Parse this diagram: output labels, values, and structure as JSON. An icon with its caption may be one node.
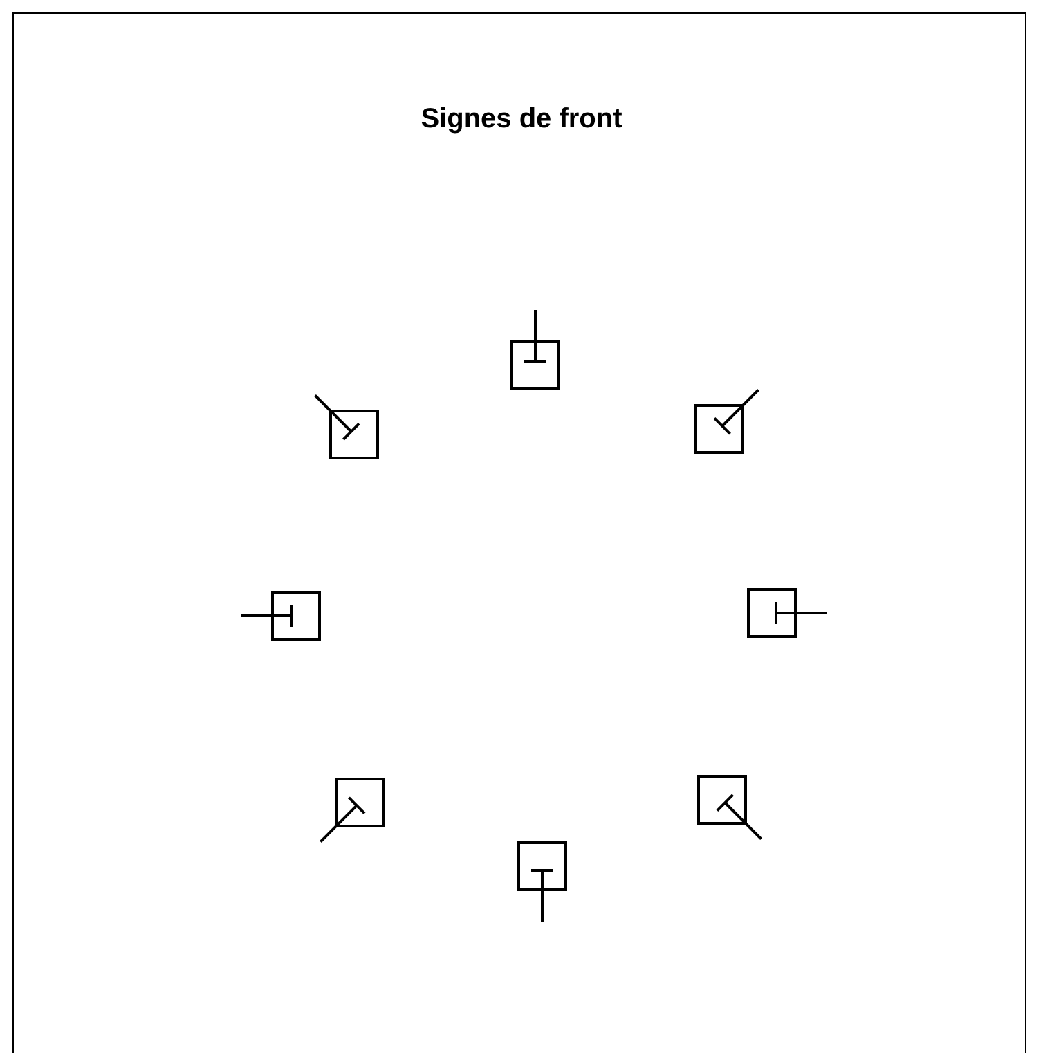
{
  "diagram": {
    "title": "Signes de front",
    "nodes": [
      {
        "text": [],
        "shape": "box"
      },
      {
        "text": [],
        "shape": "box"
      },
      {
        "text": [],
        "shape": "box"
      },
      {
        "text": [],
        "shape": "box"
      },
      {
        "text": [],
        "shape": "box"
      },
      {
        "text": [],
        "shape": "box"
      },
      {
        "text": [],
        "shape": "box"
      },
      {
        "text": [],
        "shape": "box"
      }
    ]
  }
}
